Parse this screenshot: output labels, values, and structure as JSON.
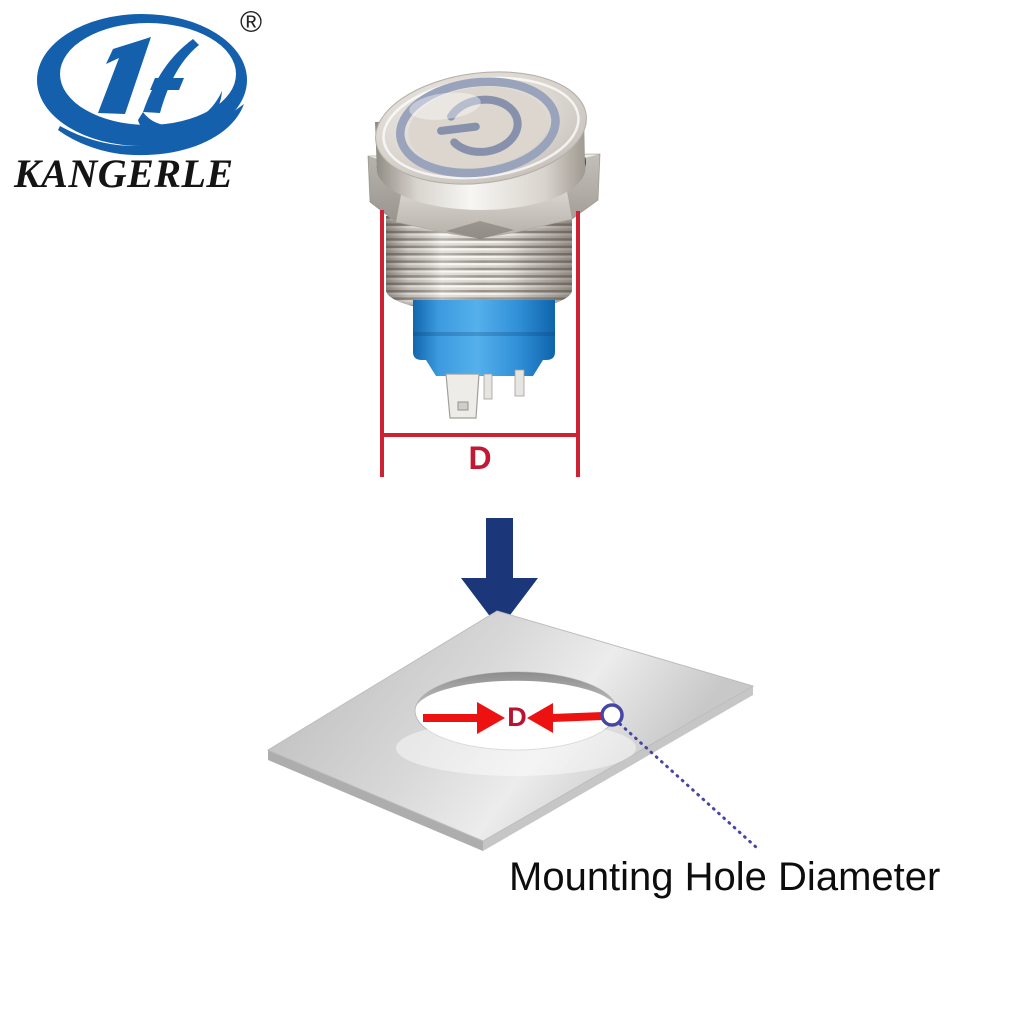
{
  "logo": {
    "brand": "KANGERLE",
    "registered_mark": "®"
  },
  "button_figure": {
    "dimension_label": "D"
  },
  "plate_figure": {
    "dimension_label": "D",
    "caption": "Mounting Hole Diameter"
  },
  "colors": {
    "brand_blue": "#1560ac",
    "dimension_line_red": "#ce2233",
    "dimension_label_red": "#c21834",
    "bright_arrow_red": "#ee1111",
    "down_arrow_navy": "#1b3779",
    "leader_blue": "#4646a6",
    "power_ring_blue": "#9aa3bc",
    "power_symbol_gray": "#8791ab",
    "base_blue": "#2b8fd6",
    "plate_gray": "#d6d6d6"
  }
}
